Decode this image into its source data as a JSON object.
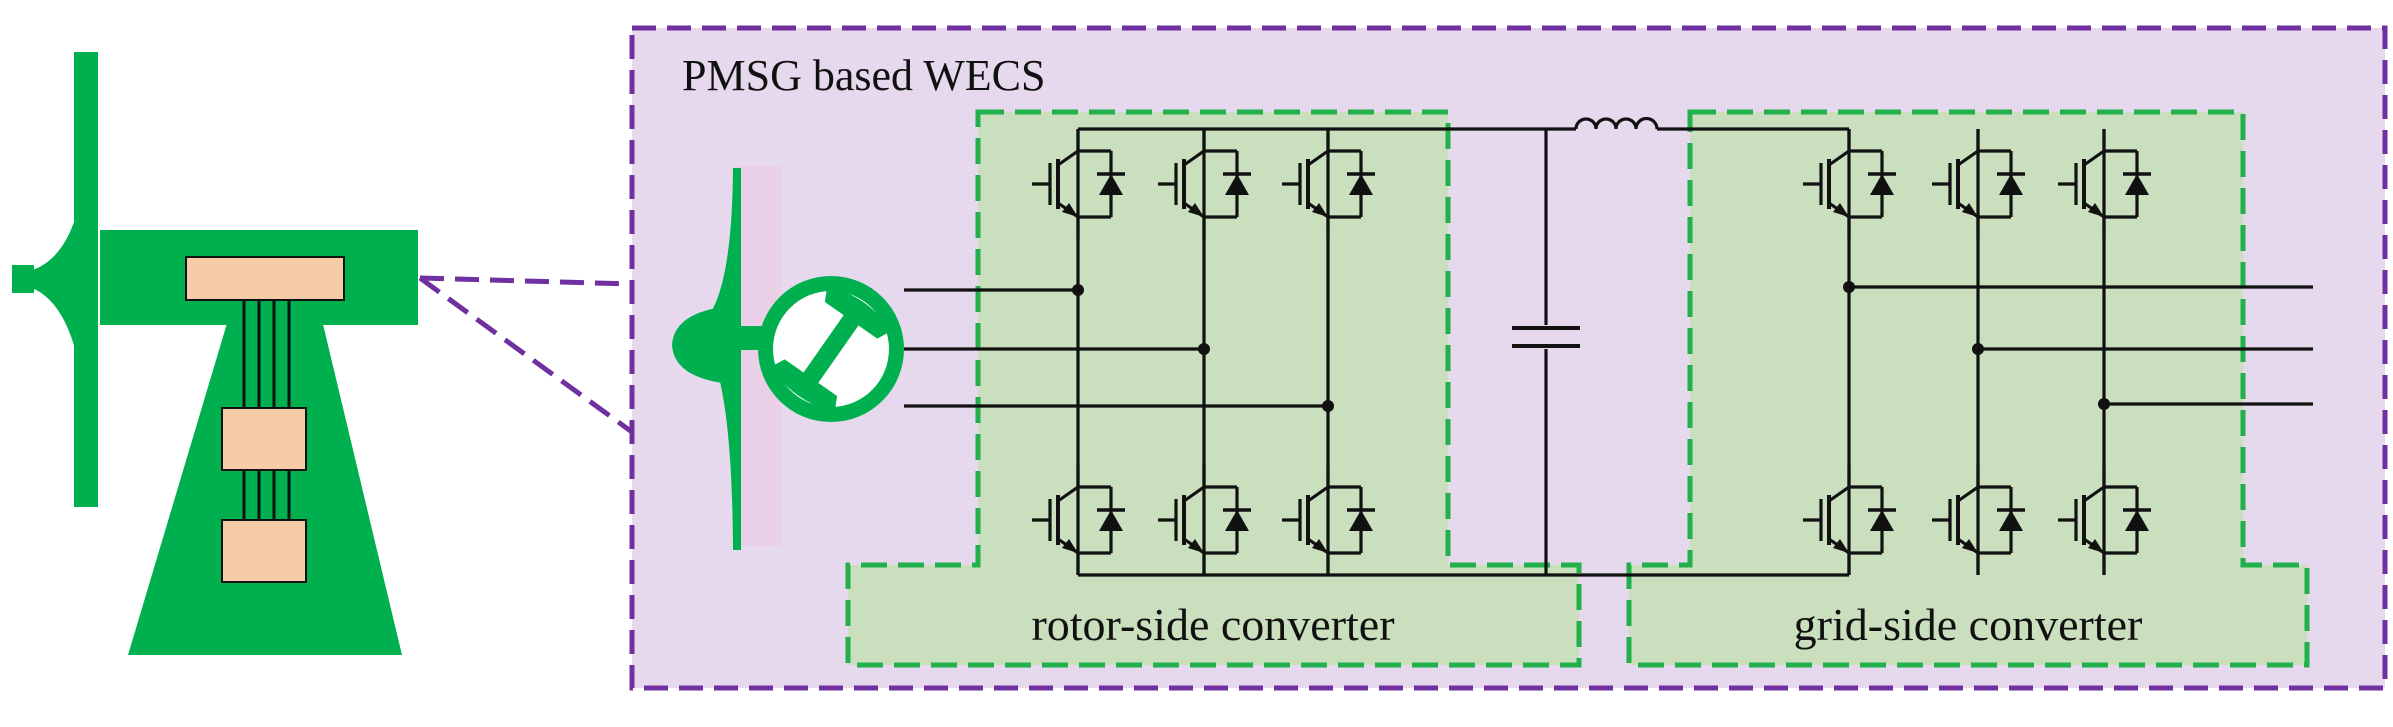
{
  "diagram": {
    "title": "PMSG based  WECS",
    "rotor_side_label": "rotor-side converter",
    "grid_side_label": "grid-side converter",
    "components": [
      "wind-turbine-icon",
      "pmsg-icon",
      "igbt-icon",
      "diode-icon",
      "capacitor-icon",
      "inductor-icon"
    ],
    "colors": {
      "turbine_green": "#00b04f",
      "nacelle_part": "#f6cba8",
      "wecs_panel_fill": "#e6d9ee",
      "wecs_panel_border": "#7030a0",
      "converter_fill": "#c9dfbd",
      "converter_border": "#21b04b",
      "wire": "#111111"
    }
  }
}
